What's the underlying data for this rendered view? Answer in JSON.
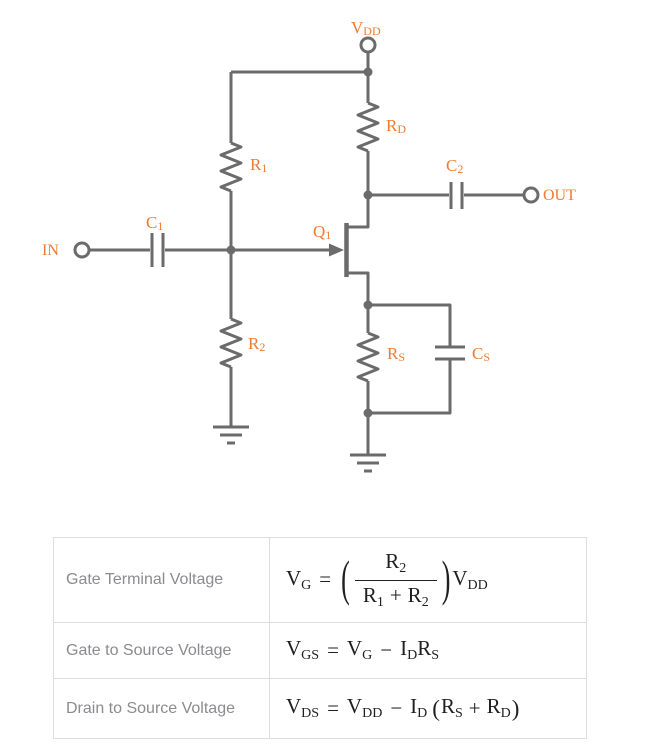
{
  "circuit": {
    "labels": {
      "vdd": {
        "base": "V",
        "sub": "DD"
      },
      "rd": {
        "base": "R",
        "sub": "D"
      },
      "r1": {
        "base": "R",
        "sub": "1"
      },
      "c2": {
        "base": "C",
        "sub": "2"
      },
      "c1": {
        "base": "C",
        "sub": "1"
      },
      "q1": {
        "base": "Q",
        "sub": "1"
      },
      "in": {
        "base": "IN",
        "sub": ""
      },
      "out": {
        "base": "OUT",
        "sub": ""
      },
      "r2": {
        "base": "R",
        "sub": "2"
      },
      "rs": {
        "base": "R",
        "sub": "S"
      },
      "cs": {
        "base": "C",
        "sub": "S"
      }
    },
    "colors": {
      "wire": "#6b6b6b",
      "label": "#ee7b30"
    }
  },
  "table": {
    "colors": {
      "border": "#dcdcdc",
      "label_text": "#8b8b90",
      "formula_text": "#1f1f1f"
    },
    "rows": [
      {
        "label": "Gate Terminal Voltage"
      },
      {
        "label": "Gate to Source Voltage"
      },
      {
        "label": "Drain to Source Voltage"
      }
    ],
    "formulas": {
      "vg": {
        "v": "V",
        "v_sub": "G",
        "eq": "=",
        "lparen": "(",
        "rparen": ")",
        "num_r": "R",
        "num_r_sub": "2",
        "den_r1": "R",
        "den_r1_sub": "1",
        "plus": "+",
        "den_r2": "R",
        "den_r2_sub": "2",
        "vdd": "V",
        "vdd_sub": "DD"
      },
      "vgs": {
        "lhs": "V",
        "lhs_sub": "GS",
        "eq": "=",
        "t1": "V",
        "t1_sub": "G",
        "minus": "−",
        "t2": "I",
        "t2_sub": "D",
        "t3": "R",
        "t3_sub": "S"
      },
      "vds": {
        "lhs": "V",
        "lhs_sub": "DS",
        "eq": "=",
        "t1": "V",
        "t1_sub": "DD",
        "minus": "−",
        "t2": "I",
        "t2_sub": "D",
        "lparen": "(",
        "rparen": ")",
        "t3": "R",
        "t3_sub": "S",
        "plus": "+",
        "t4": "R",
        "t4_sub": "D"
      }
    }
  }
}
